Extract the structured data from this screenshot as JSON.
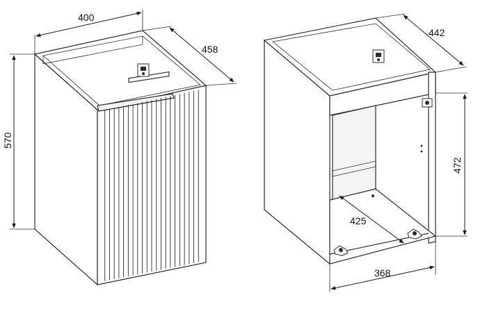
{
  "dimensions": {
    "left_width": "400",
    "left_depth": "458",
    "left_height": "570",
    "right_depth": "442",
    "right_inner_height": "472",
    "right_inner_depth": "425",
    "right_inner_width": "368"
  },
  "colors": {
    "line": "#2b2b2b",
    "background": "#ffffff",
    "fill": "#f4f4f4"
  },
  "icons": [
    "hanging-bracket-icon",
    "door-hinge-icon",
    "leveling-foot-icon"
  ]
}
